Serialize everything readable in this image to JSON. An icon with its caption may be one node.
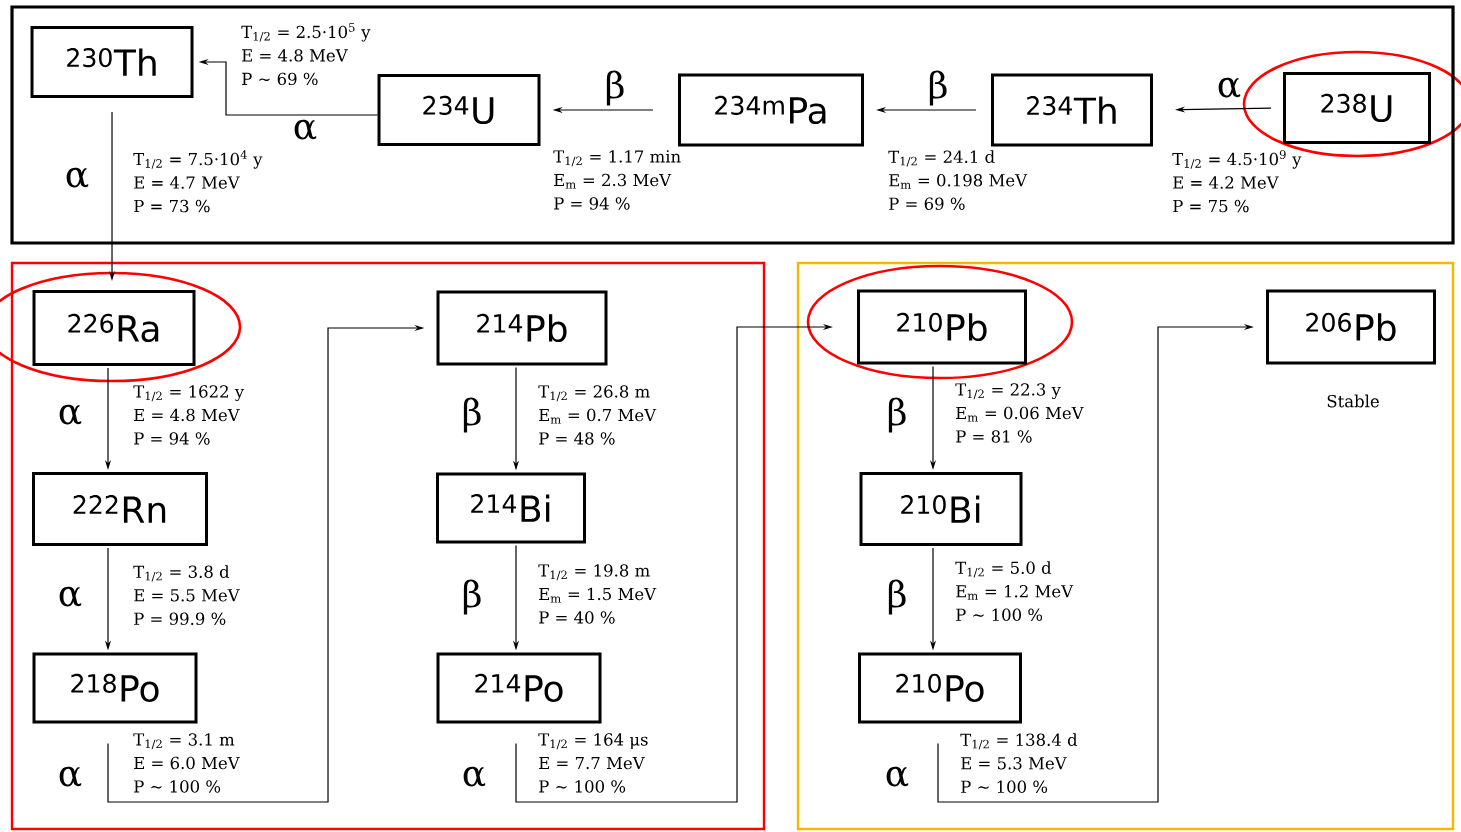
{
  "diagram": {
    "nodes": [
      {
        "text": [],
        "shape": "box"
      },
      {
        "text": [
          "$^{230}$Th"
        ],
        "in": 0,
        "beside": [
          "T$_{1/2}$ = 7.5·10$^{4}$ y",
          "E = 4.7 MeV",
          "P = 73 %"
        ]
      },
      {
        "text": [
          "$^{234}$U"
        ],
        "in": 0,
        "beside": [
          "T$_{1/2}$ = 2.5·10$^{5}$ y",
          "E = 4.8 MeV",
          "P ~ 69 %"
        ]
      },
      {
        "text": [
          "$^{234m}$Pa"
        ],
        "in": 0,
        "beside": [
          "T$_{1/2}$ = 1.17 min",
          "E$_{m}$ = 2.3 MeV",
          "P = 94 %"
        ]
      },
      {
        "text": [
          "$^{234}$Th"
        ],
        "in": 0,
        "beside": [
          "T$_{1/2}$ = 24.1 d",
          "E$_{m}$ = 0.198 MeV",
          "P = 69 %"
        ]
      },
      {
        "text": [
          "$^{238}$U"
        ],
        "in": 0,
        "beside": [
          "T$_{1/2}$ = 4.5·10$^{9}$ y",
          "E = 4.2 MeV",
          "P = 75 %"
        ]
      },
      {
        "text": [],
        "shape": "box"
      },
      {
        "text": [
          "$^{226}$Ra"
        ],
        "in": 6,
        "beside": [
          "T$_{1/2}$ = 1622 y",
          "E = 4.8 MeV",
          "P = 94 %"
        ]
      },
      {
        "text": [
          "$^{222}$Rn"
        ],
        "in": 6,
        "beside": [
          "T$_{1/2}$ = 3.8 d",
          "E = 5.5 MeV",
          "P = 99.9 %"
        ]
      },
      {
        "text": [
          "$^{218}$Po"
        ],
        "in": 6,
        "beside": [
          "T$_{1/2}$ = 3.1 m",
          "E = 6.0 MeV",
          "P ~ 100 %"
        ]
      },
      {
        "text": [
          "$^{214}$Pb"
        ],
        "in": 6,
        "beside": [
          "T$_{1/2}$ = 26.8 m",
          "E$_{m}$ = 0.7 MeV",
          "P = 48 %"
        ]
      },
      {
        "text": [
          "$^{214}$Bi"
        ],
        "in": 6,
        "beside": [
          "T$_{1/2}$ = 19.8 m",
          "E$_{m}$ = 1.5 MeV",
          "P = 40 %"
        ]
      },
      {
        "text": [
          "$^{214}$Po"
        ],
        "in": 6,
        "beside": [
          "T$_{1/2}$ = 164 μs",
          "E = 7.7 MeV",
          "P ~ 100 %"
        ]
      },
      {
        "text": [],
        "shape": "box"
      },
      {
        "text": [
          "$^{210}$Pb"
        ],
        "in": 13,
        "beside": [
          "T$_{1/2}$ = 22.3 y",
          "E$_{m}$ = 0.06 MeV",
          "P = 81 %"
        ]
      },
      {
        "text": [
          "$^{210}$Bi"
        ],
        "in": 13,
        "beside": [
          "T$_{1/2}$ = 5.0 d",
          "E$_{m}$ = 1.2 MeV",
          "P ~ 100 %"
        ]
      },
      {
        "text": [
          "$^{210}$Po"
        ],
        "in": 13,
        "beside": [
          "T$_{1/2}$ = 138.4 d",
          "E = 5.3 MeV",
          "P ~ 100 %"
        ]
      },
      {
        "text": [
          "$^{206}$Pb"
        ],
        "in": 13,
        "beside": [
          "Stable"
        ]
      }
    ],
    "edges": [
      {
        "from": 5,
        "to": 4,
        "arrow": "to",
        "label": "α"
      },
      {
        "from": 4,
        "to": 3,
        "arrow": "to",
        "label": "β"
      },
      {
        "from": 3,
        "to": 2,
        "arrow": "to",
        "label": "β"
      },
      {
        "from": 2,
        "to": 1,
        "arrow": "to",
        "label": "α"
      },
      {
        "from": 1,
        "to": 7,
        "arrow": "to",
        "label": "α"
      },
      {
        "from": 7,
        "to": 8,
        "arrow": "to",
        "label": "α"
      },
      {
        "from": 8,
        "to": 9,
        "arrow": "to",
        "label": "α"
      },
      {
        "from": 9,
        "to": 10,
        "arrow": "to",
        "label": "α"
      },
      {
        "from": 10,
        "to": 11,
        "arrow": "to",
        "label": "β"
      },
      {
        "from": 11,
        "to": 12,
        "arrow": "to",
        "label": "β"
      },
      {
        "from": 12,
        "to": 14,
        "arrow": "to",
        "label": "α"
      },
      {
        "from": 14,
        "to": 15,
        "arrow": "to",
        "label": "β"
      },
      {
        "from": 15,
        "to": 16,
        "arrow": "to",
        "label": "β"
      },
      {
        "from": 16,
        "to": 17,
        "arrow": "to",
        "label": "α"
      }
    ]
  }
}
